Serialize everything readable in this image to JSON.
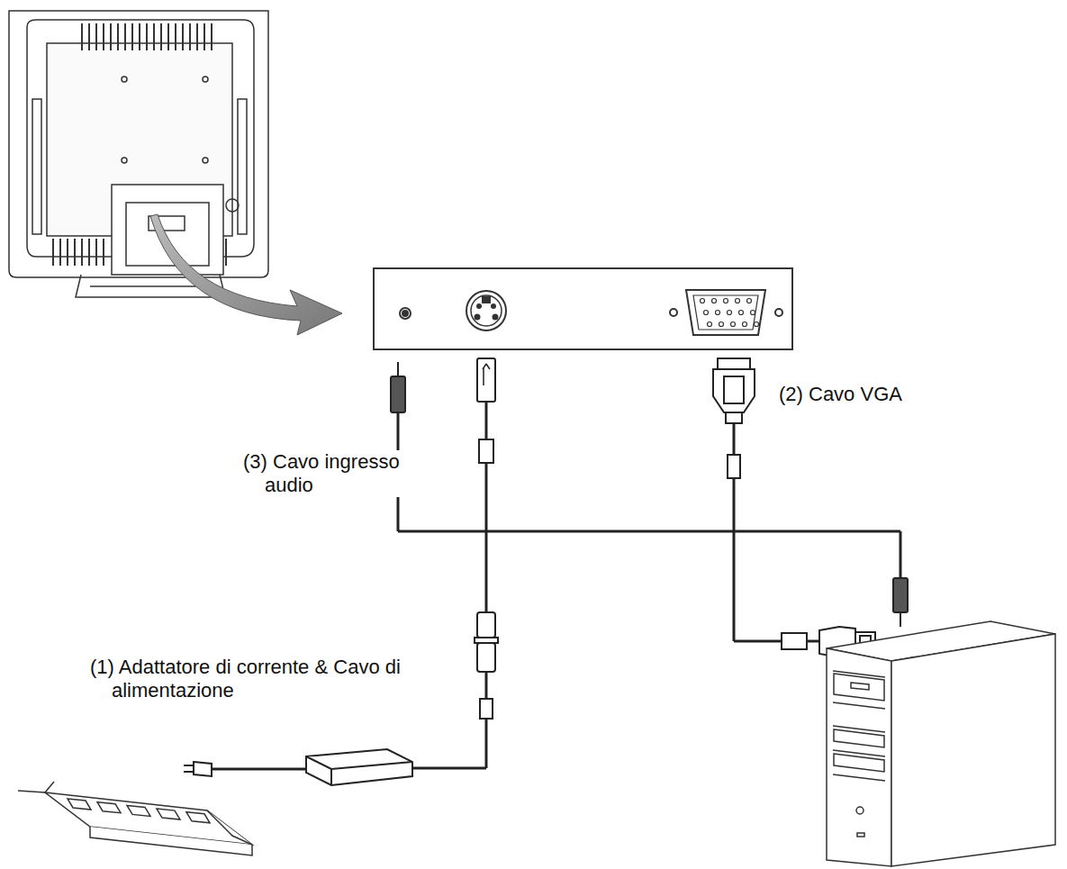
{
  "diagram": {
    "labels": [
      "(2) Cavo VGA",
      "(3) Cavo ingresso audio",
      "(1) Adattatore di corrente & Cavo di alimentazione"
    ]
  }
}
